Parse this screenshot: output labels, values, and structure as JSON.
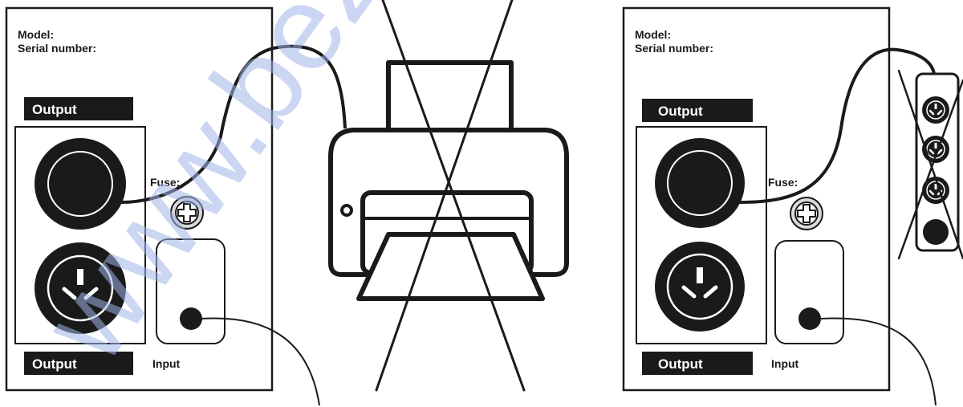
{
  "colors": {
    "ink": "#1a1a1a",
    "paper": "#ffffff",
    "fuse_gray": "#d9d9d9",
    "watermark": "#9fb4e8"
  },
  "watermark": {
    "text": "www.bez"
  },
  "left_panel": {
    "model_label": "Model:",
    "serial_label": "Serial number:",
    "output_top_label": "Output",
    "output_bottom_label": "Output",
    "fuse_label": "Fuse:",
    "input_label": "Input",
    "fuse_icon": "plus-icon"
  },
  "right_panel": {
    "model_label": "Model:",
    "serial_label": "Serial number:",
    "output_top_label": "Output",
    "output_bottom_label": "Output",
    "fuse_label": "Fuse:",
    "input_label": "Input",
    "fuse_icon": "plus-icon"
  },
  "printer": {
    "icon": "printer-icon",
    "status": "crossed-out"
  },
  "power_strip": {
    "icon": "power-strip-icon",
    "status": "crossed-out",
    "outlets": 4
  }
}
